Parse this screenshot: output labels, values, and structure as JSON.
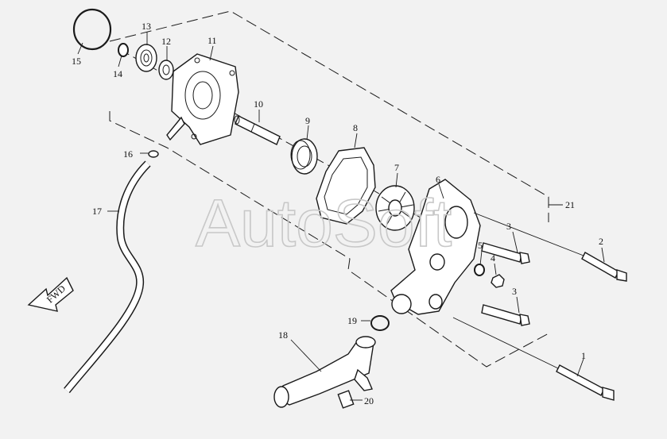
{
  "watermark": "AutoSoft",
  "fwd_arrow": {
    "text": "FWD"
  },
  "callouts": [
    {
      "id": "c1",
      "label": "1"
    },
    {
      "id": "c2",
      "label": "2"
    },
    {
      "id": "c3a",
      "label": "3"
    },
    {
      "id": "c3b",
      "label": "3"
    },
    {
      "id": "c4",
      "label": "4"
    },
    {
      "id": "c5",
      "label": "5"
    },
    {
      "id": "c6",
      "label": "6"
    },
    {
      "id": "c7",
      "label": "7"
    },
    {
      "id": "c8",
      "label": "8"
    },
    {
      "id": "c9",
      "label": "9"
    },
    {
      "id": "c10",
      "label": "10"
    },
    {
      "id": "c11",
      "label": "11"
    },
    {
      "id": "c12",
      "label": "12"
    },
    {
      "id": "c13",
      "label": "13"
    },
    {
      "id": "c14",
      "label": "14"
    },
    {
      "id": "c15",
      "label": "15"
    },
    {
      "id": "c16",
      "label": "16"
    },
    {
      "id": "c17",
      "label": "17"
    },
    {
      "id": "c18",
      "label": "18"
    },
    {
      "id": "c19",
      "label": "19"
    },
    {
      "id": "c20",
      "label": "20"
    },
    {
      "id": "c21",
      "label": "21"
    }
  ]
}
